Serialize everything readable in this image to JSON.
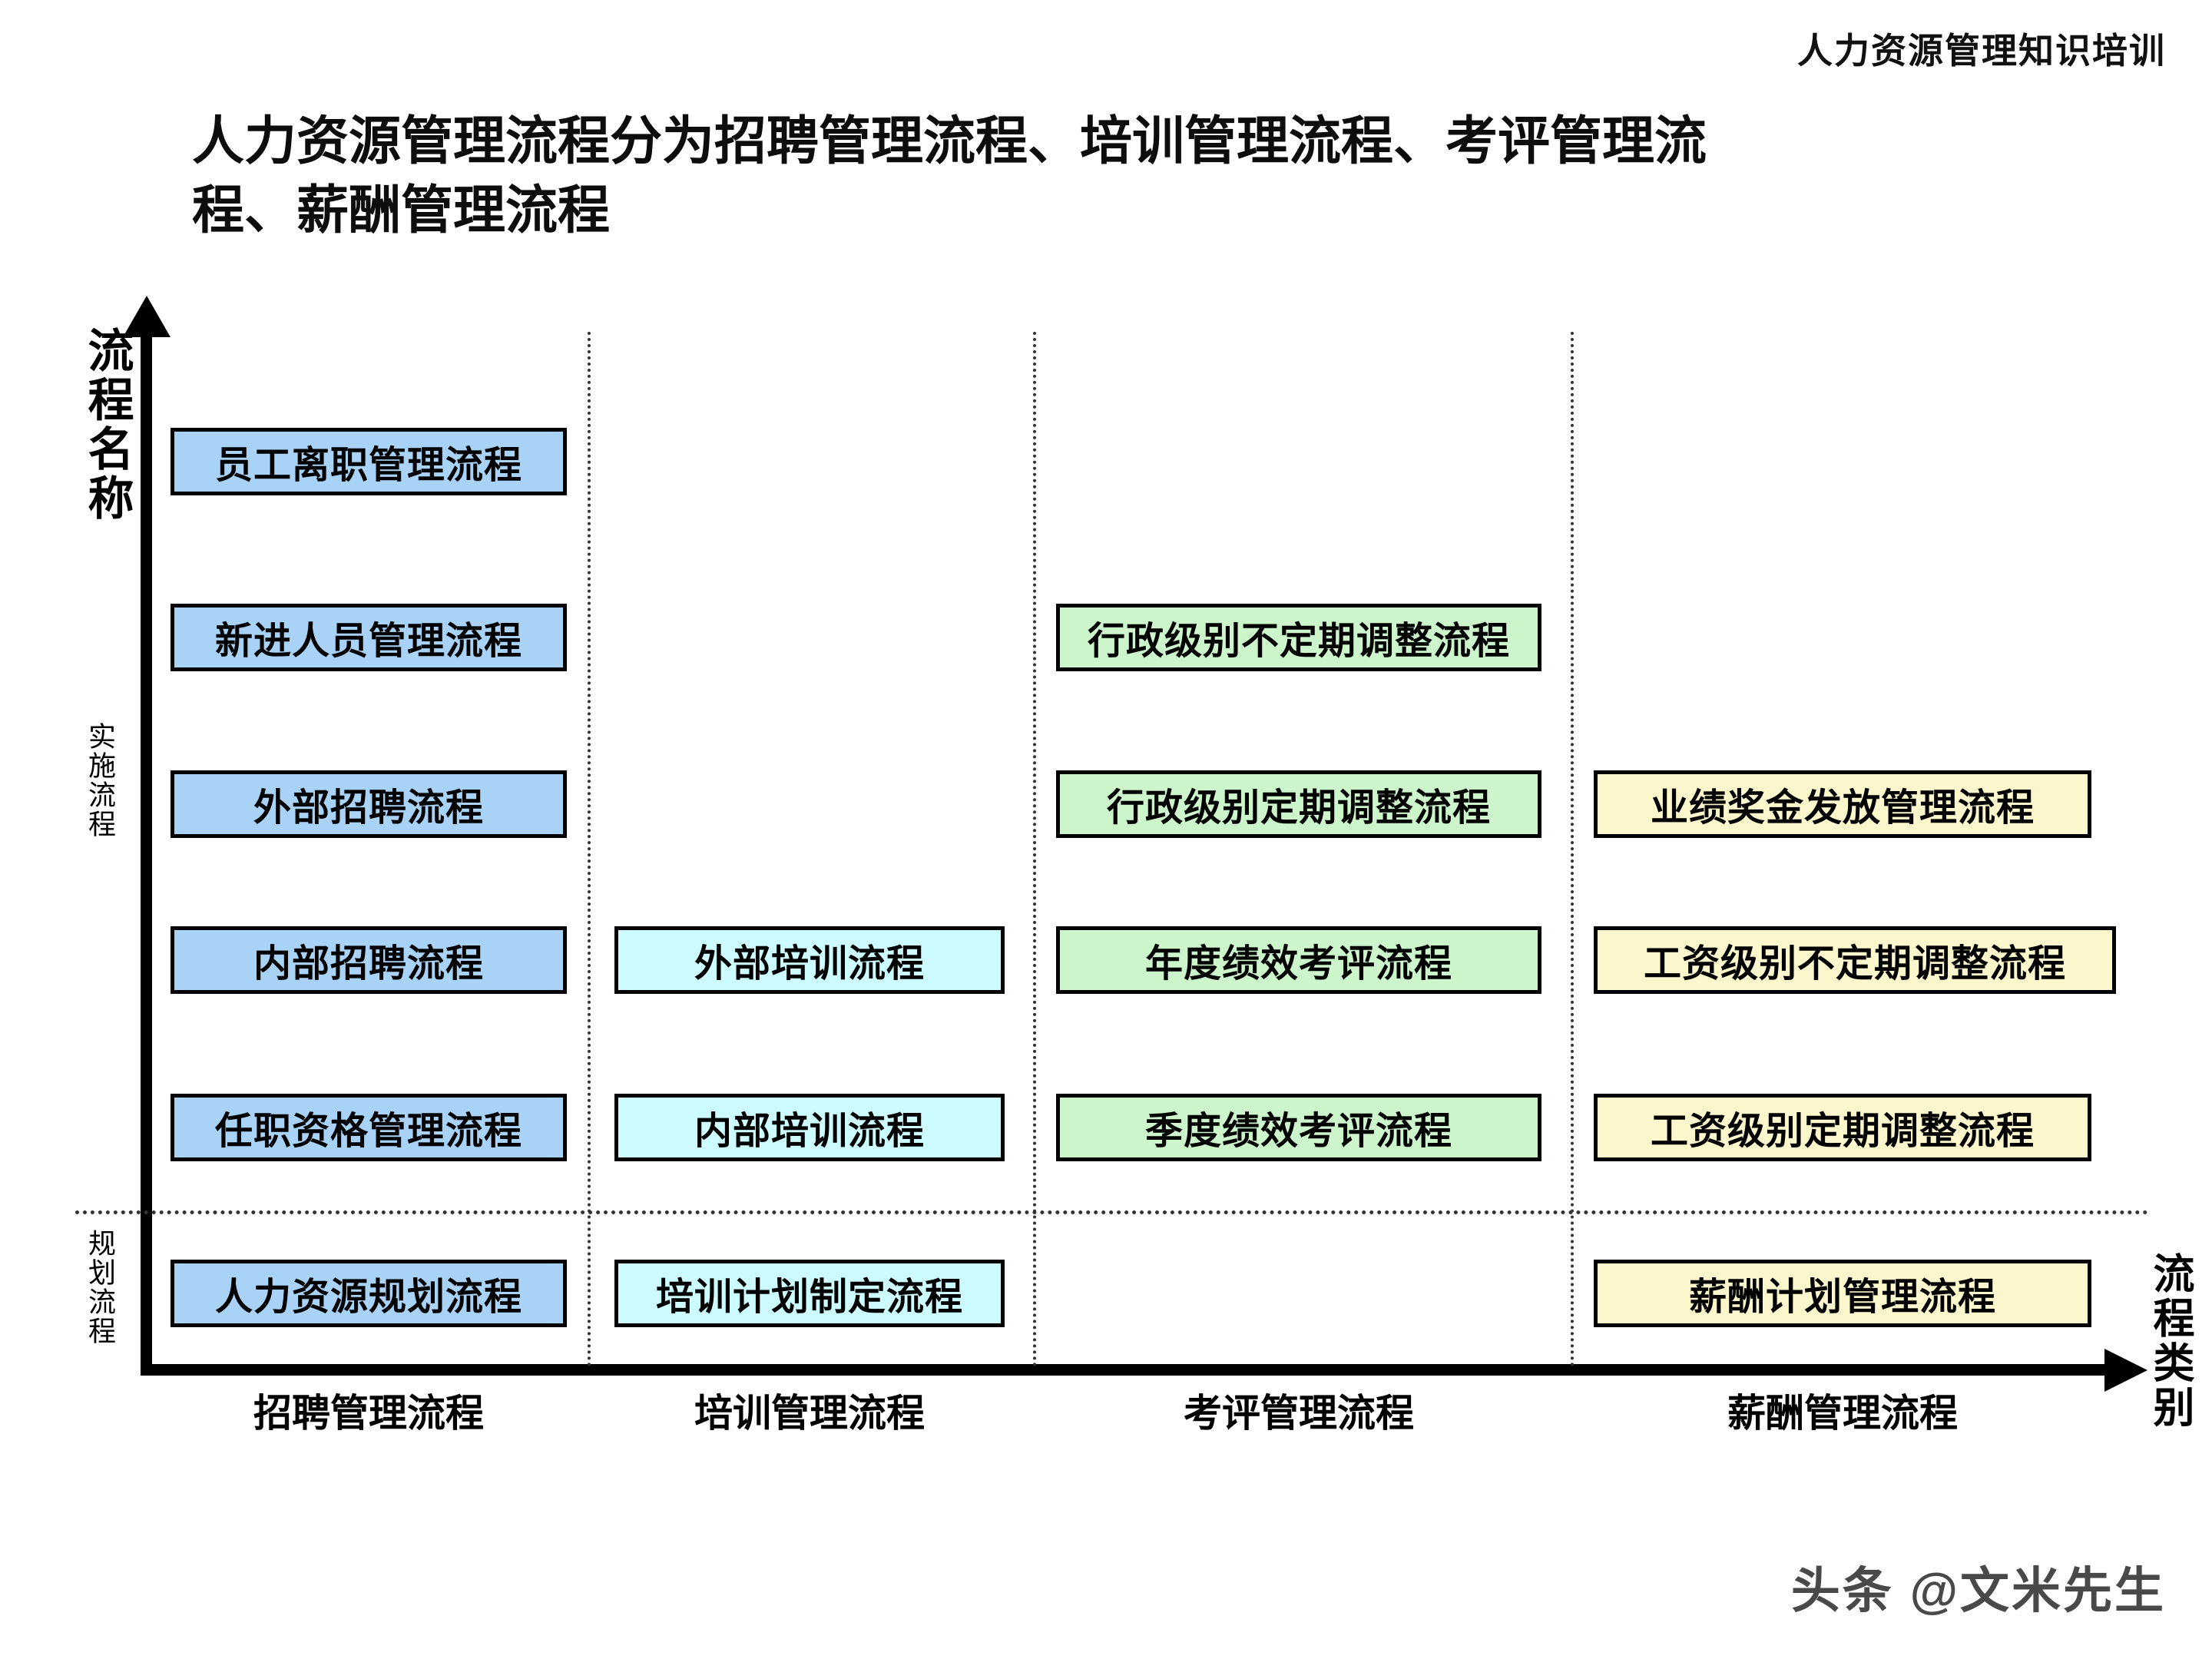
{
  "header": {
    "title": "人力资源管理知识培训"
  },
  "title": {
    "line1": "人力资源管理流程分为招聘管理流程、培训管理流程、考评管理流",
    "line2": "程、薪酬管理流程"
  },
  "axes": {
    "y_label": "流程名称",
    "x_label": "流程类别",
    "band_implementation": "实施流程",
    "band_planning": "规划流程"
  },
  "colors": {
    "recruitment": "#a9d2f7",
    "training": "#ccfcff",
    "appraisal": "#ccf5cc",
    "compensation": "#fbf6cc",
    "border": "#000000"
  },
  "columns": [
    {
      "key": "recruitment",
      "x_tick": "招聘管理流程"
    },
    {
      "key": "training",
      "x_tick": "培训管理流程"
    },
    {
      "key": "appraisal",
      "x_tick": "考评管理流程"
    },
    {
      "key": "compensation",
      "x_tick": "薪酬管理流程"
    }
  ],
  "boxes": {
    "r1": "员工离职管理流程",
    "r2": "新进人员管理流程",
    "r3": "外部招聘流程",
    "r4": "内部招聘流程",
    "r5": "任职资格管理流程",
    "r6": "人力资源规划流程",
    "t1": "外部培训流程",
    "t2": "内部培训流程",
    "t3": "培训计划制定流程",
    "a1": "行政级别不定期调整流程",
    "a2": "行政级别定期调整流程",
    "a3": "年度绩效考评流程",
    "a4": "季度绩效考评流程",
    "c1": "业绩奖金发放管理流程",
    "c2": "工资级别不定期调整流程",
    "c3": "工资级别定期调整流程",
    "c4": "薪酬计划管理流程"
  },
  "watermark": {
    "text": "头条 @文米先生"
  },
  "chart_data": {
    "type": "table",
    "title": "人力资源管理流程分为招聘管理流程、培训管理流程、考评管理流程、薪酬管理流程",
    "xlabel": "流程类别",
    "ylabel": "流程名称",
    "categories": [
      "招聘管理流程",
      "培训管理流程",
      "考评管理流程",
      "薪酬管理流程"
    ],
    "bands": [
      "实施流程",
      "规划流程"
    ],
    "grid": "dotted separators between columns and between bands",
    "legend": "none",
    "series": [
      {
        "name": "招聘管理流程",
        "color": "#a9d2f7",
        "实施流程": [
          "员工离职管理流程",
          "新进人员管理流程",
          "外部招聘流程",
          "内部招聘流程",
          "任职资格管理流程"
        ],
        "规划流程": [
          "人力资源规划流程"
        ]
      },
      {
        "name": "培训管理流程",
        "color": "#ccfcff",
        "实施流程": [
          "外部培训流程",
          "内部培训流程"
        ],
        "规划流程": [
          "培训计划制定流程"
        ]
      },
      {
        "name": "考评管理流程",
        "color": "#ccf5cc",
        "实施流程": [
          "行政级别不定期调整流程",
          "行政级别定期调整流程",
          "年度绩效考评流程",
          "季度绩效考评流程"
        ],
        "规划流程": []
      },
      {
        "name": "薪酬管理流程",
        "color": "#fbf6cc",
        "实施流程": [
          "业绩奖金发放管理流程",
          "工资级别不定期调整流程",
          "工资级别定期调整流程"
        ],
        "规划流程": [
          "薪酬计划管理流程"
        ]
      }
    ]
  }
}
